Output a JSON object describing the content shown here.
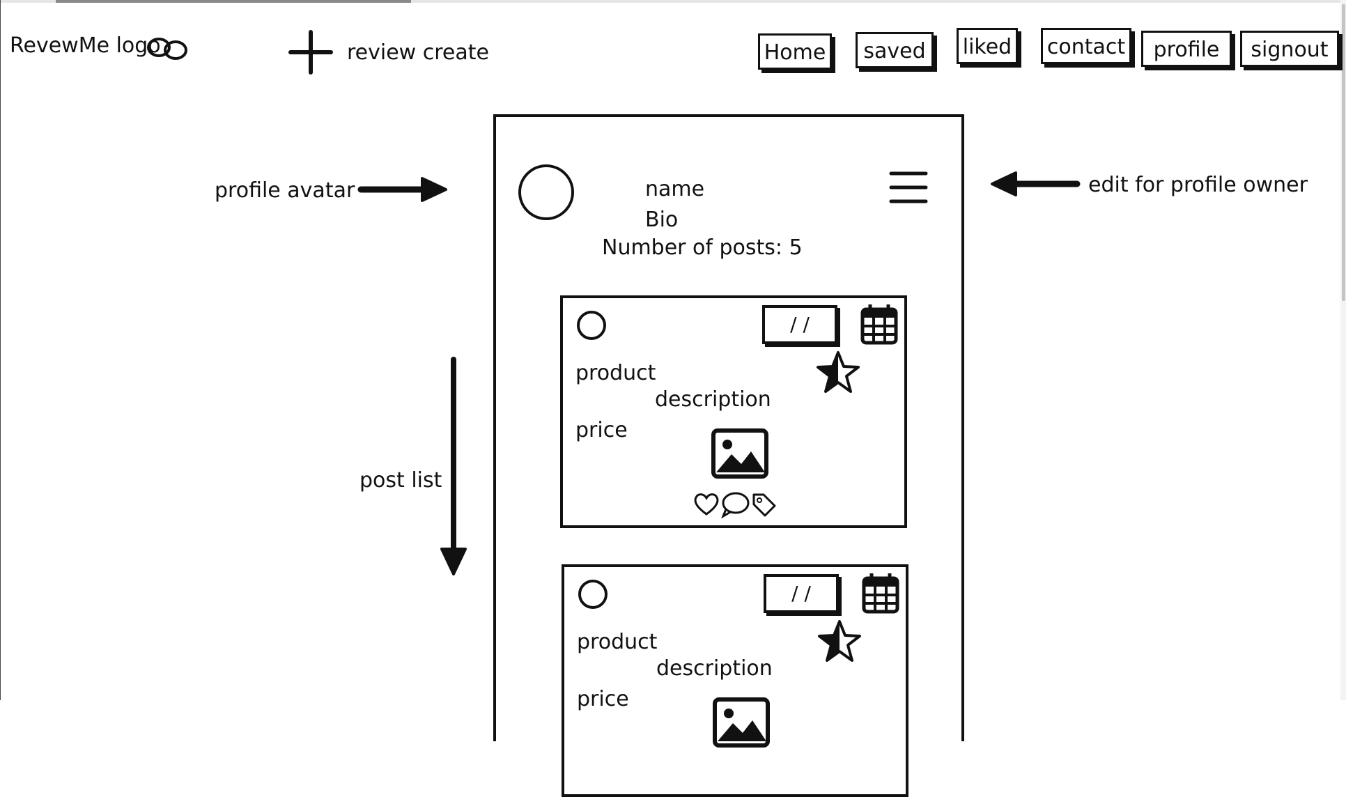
{
  "header": {
    "logo_label": "RevewMe logo",
    "create_label": "review create",
    "nav": [
      {
        "label": "Home"
      },
      {
        "label": "saved"
      },
      {
        "label": "liked"
      },
      {
        "label": "contact"
      },
      {
        "label": "profile"
      },
      {
        "label": "signout"
      }
    ]
  },
  "annotations": {
    "avatar_note": "profile avatar",
    "edit_note": "edit for profile owner",
    "list_note": "post list"
  },
  "profile": {
    "name": "name",
    "bio": "Bio",
    "posts_count": "Number of posts: 5"
  },
  "posts": [
    {
      "date": "/ /",
      "product": "product",
      "description": "description",
      "price": "price"
    },
    {
      "date": "/ /",
      "product": "product",
      "description": "description",
      "price": "price"
    }
  ]
}
